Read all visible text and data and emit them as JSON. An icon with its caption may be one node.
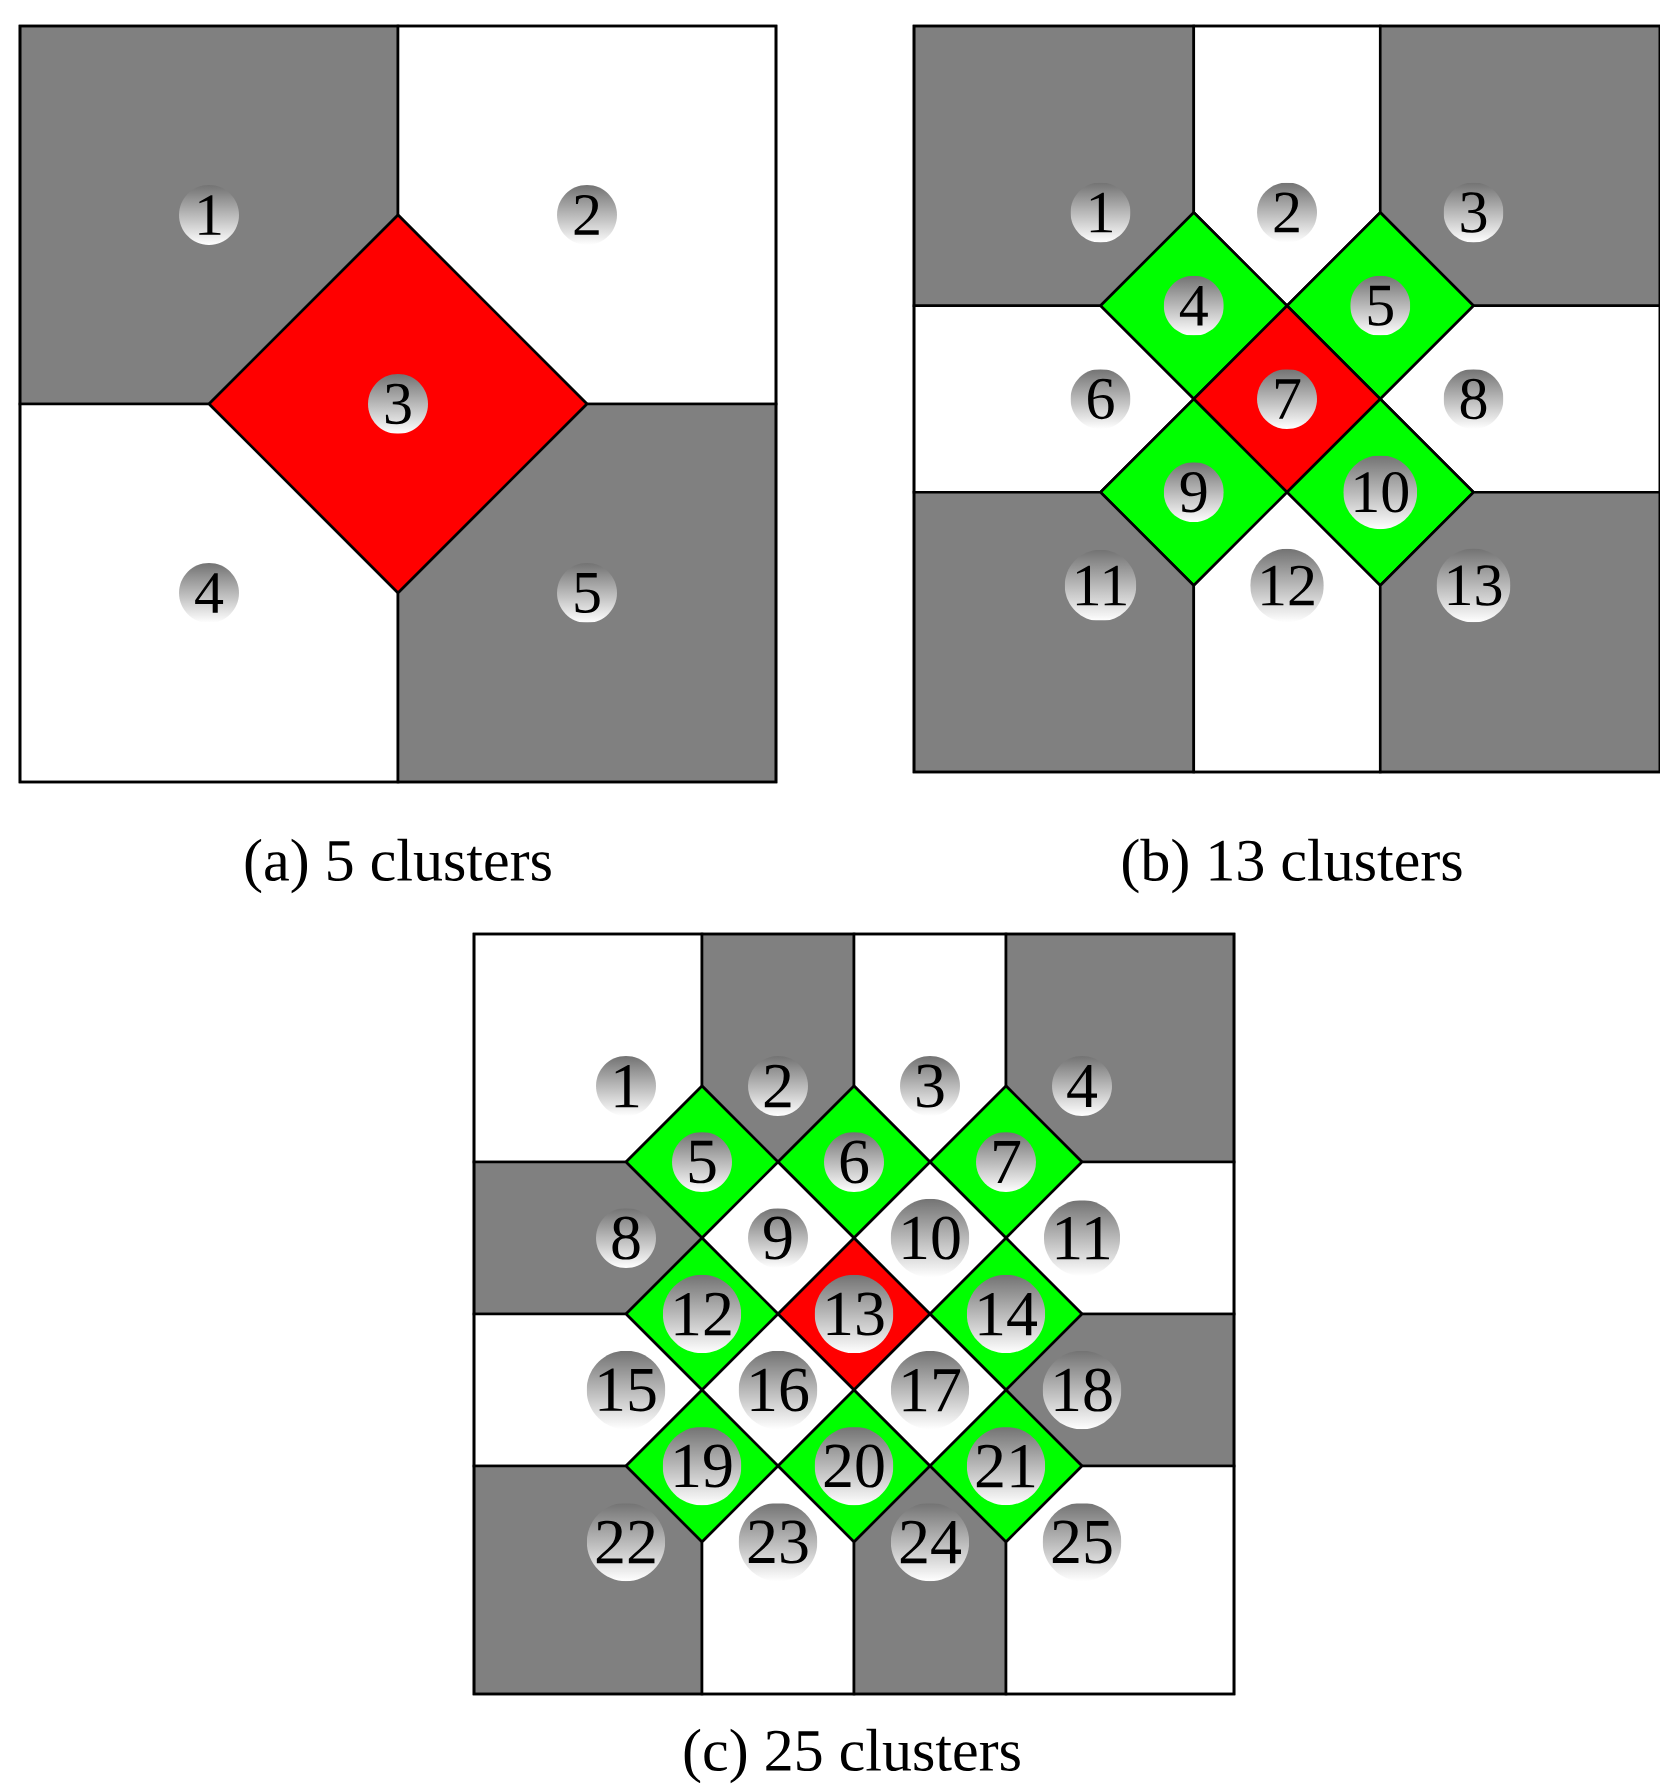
{
  "diagram": {
    "nodes": [
      {
        "text": [
          "(a) 5 clusters"
        ]
      },
      {
        "text": [
          "1"
        ],
        "in": 0
      },
      {
        "text": [
          "2"
        ],
        "in": 0
      },
      {
        "text": [
          "3"
        ],
        "in": 0
      },
      {
        "text": [
          "4"
        ],
        "in": 0
      },
      {
        "text": [
          "5"
        ],
        "in": 0
      },
      {
        "text": [
          "(b) 13 clusters"
        ]
      },
      {
        "text": [
          "1"
        ],
        "in": 6
      },
      {
        "text": [
          "2"
        ],
        "in": 6
      },
      {
        "text": [
          "3"
        ],
        "in": 6
      },
      {
        "text": [
          "4"
        ],
        "in": 6
      },
      {
        "text": [
          "5"
        ],
        "in": 6
      },
      {
        "text": [
          "6"
        ],
        "in": 6
      },
      {
        "text": [
          "7"
        ],
        "in": 6
      },
      {
        "text": [
          "8"
        ],
        "in": 6
      },
      {
        "text": [
          "9"
        ],
        "in": 6
      },
      {
        "text": [
          "10"
        ],
        "in": 6
      },
      {
        "text": [
          "11"
        ],
        "in": 6
      },
      {
        "text": [
          "12"
        ],
        "in": 6
      },
      {
        "text": [
          "13"
        ],
        "in": 6
      },
      {
        "text": [
          "(c) 25 clusters"
        ]
      },
      {
        "text": [
          "1"
        ],
        "in": 20
      },
      {
        "text": [
          "2"
        ],
        "in": 20
      },
      {
        "text": [
          "3"
        ],
        "in": 20
      },
      {
        "text": [
          "4"
        ],
        "in": 20
      },
      {
        "text": [
          "5"
        ],
        "in": 20
      },
      {
        "text": [
          "6"
        ],
        "in": 20
      },
      {
        "text": [
          "7"
        ],
        "in": 20
      },
      {
        "text": [
          "8"
        ],
        "in": 20
      },
      {
        "text": [
          "9"
        ],
        "in": 20
      },
      {
        "text": [
          "10"
        ],
        "in": 20
      },
      {
        "text": [
          "11"
        ],
        "in": 20
      },
      {
        "text": [
          "12"
        ],
        "in": 20
      },
      {
        "text": [
          "13"
        ],
        "in": 20
      },
      {
        "text": [
          "14"
        ],
        "in": 20
      },
      {
        "text": [
          "15"
        ],
        "in": 20
      },
      {
        "text": [
          "16"
        ],
        "in": 20
      },
      {
        "text": [
          "17"
        ],
        "in": 20
      },
      {
        "text": [
          "18"
        ],
        "in": 20
      },
      {
        "text": [
          "19"
        ],
        "in": 20
      },
      {
        "text": [
          "20"
        ],
        "in": 20
      },
      {
        "text": [
          "21"
        ],
        "in": 20
      },
      {
        "text": [
          "22"
        ],
        "in": 20
      },
      {
        "text": [
          "23"
        ],
        "in": 20
      },
      {
        "text": [
          "24"
        ],
        "in": 20
      },
      {
        "text": [
          "25"
        ],
        "in": 20
      }
    ]
  }
}
